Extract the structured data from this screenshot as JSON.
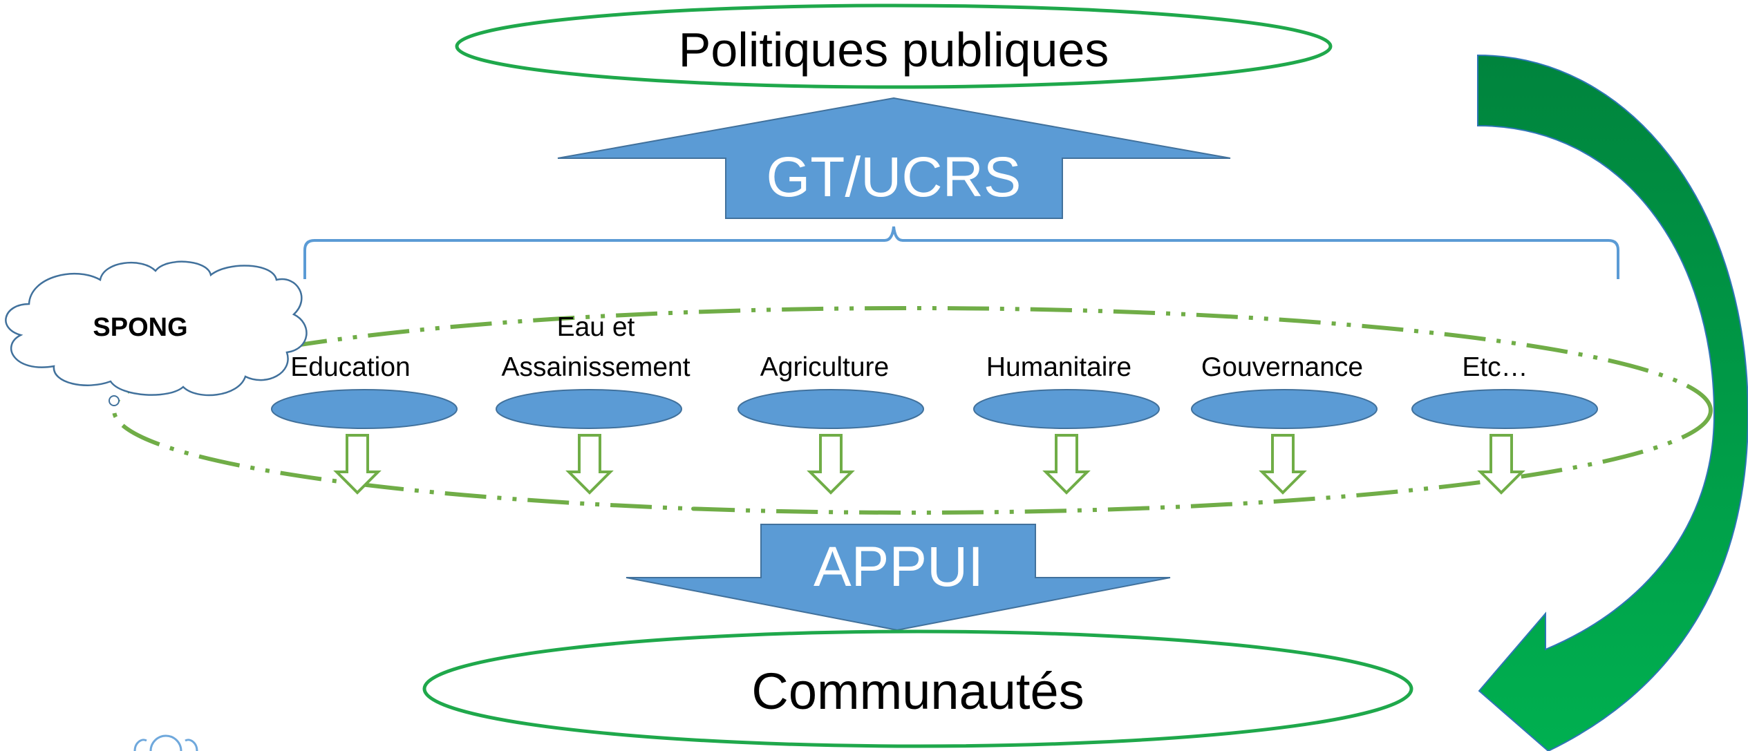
{
  "top_node": {
    "label": "Politiques publiques"
  },
  "gt_arrow": {
    "label": "GT/UCRS"
  },
  "spong_cloud": {
    "label": "SPONG"
  },
  "sectors": [
    {
      "line1": "",
      "line2": "Education"
    },
    {
      "line1": "Eau et",
      "line2": "Assainissement"
    },
    {
      "line1": "",
      "line2": "Agriculture"
    },
    {
      "line1": "",
      "line2": "Humanitaire"
    },
    {
      "line1": "",
      "line2": "Gouvernance"
    },
    {
      "line1": "",
      "line2": "Etc…"
    }
  ],
  "appui_arrow": {
    "label": "APPUI"
  },
  "bottom_node": {
    "label": "Communautés"
  },
  "colors": {
    "blue_fill": "#5b9bd5",
    "blue_stroke": "#41719c",
    "green_outline": "#1fa84b",
    "dash_green": "#70ad47",
    "curve_arrow_dark": "#00843d",
    "curve_arrow_light": "#00b050"
  }
}
